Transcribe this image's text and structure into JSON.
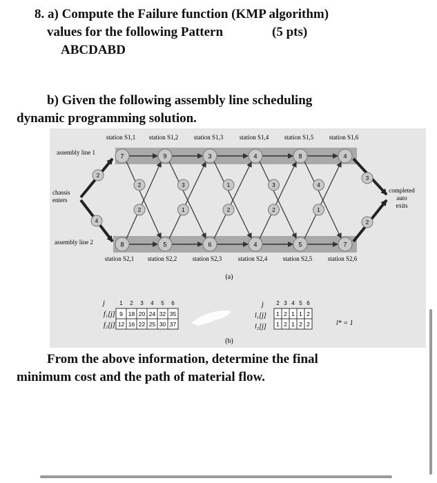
{
  "question": {
    "line1": "8. a) Compute the Failure function (KMP algorithm)",
    "line2": "values for the following Pattern",
    "points": "(5 pts)",
    "pattern": "ABCDABD",
    "part_b_line1": "b) Given the following assembly line scheduling",
    "part_b_line2": "dynamic programming solution.",
    "closing_line1": "From the above information, determine the final",
    "closing_line2": "minimum cost and the path of material flow."
  },
  "figure": {
    "line1_label": "assembly line 1",
    "line2_label": "assembly line 2",
    "chassis_label_1": "chassis",
    "chassis_label_2": "enters",
    "completed_label_1": "completed",
    "completed_label_2": "auto",
    "completed_label_3": "exits",
    "station_prefix": "station S",
    "line1_stations": [
      "1,1",
      "1,2",
      "1,3",
      "1,4",
      "1,5",
      "1,6"
    ],
    "line2_stations": [
      "2,1",
      "2,2",
      "2,3",
      "2,4",
      "2,5",
      "2,6"
    ],
    "a1": [
      7,
      9,
      3,
      4,
      8,
      4
    ],
    "a2": [
      8,
      5,
      6,
      4,
      5,
      7
    ],
    "entry": [
      2,
      4
    ],
    "exit": [
      3,
      2
    ],
    "t1": [
      2,
      3,
      1,
      3,
      4
    ],
    "t2": [
      2,
      1,
      2,
      2,
      1
    ],
    "caption_a": "(a)",
    "caption_b": "(b)",
    "table_f": {
      "j_label": "j",
      "j": [
        "1",
        "2",
        "3",
        "4",
        "5",
        "6"
      ],
      "row1_label": "f₁[j]",
      "row1": [
        "9",
        "18",
        "20",
        "24",
        "32",
        "35"
      ],
      "row2_label": "f₂[j]",
      "row2": [
        "12",
        "16",
        "22",
        "25",
        "30",
        "37"
      ]
    },
    "table_l": {
      "j_label": "j",
      "j": [
        "2",
        "3",
        "4",
        "5",
        "6"
      ],
      "row1_label": "l₁[j]",
      "row1": [
        "1",
        "2",
        "1",
        "1",
        "2"
      ],
      "row2_label": "l₂[j]",
      "row2": [
        "1",
        "2",
        "1",
        "2",
        "2"
      ],
      "lstar": "l* = 1"
    }
  },
  "colors": {
    "background": "#ffffff",
    "figure_bg": "#e6e6e6",
    "line_band": "#a9a9a9",
    "node_fill": "#c9c9c9",
    "dark_arrow": "#333333",
    "scrollbar": "#9a9a9a"
  }
}
